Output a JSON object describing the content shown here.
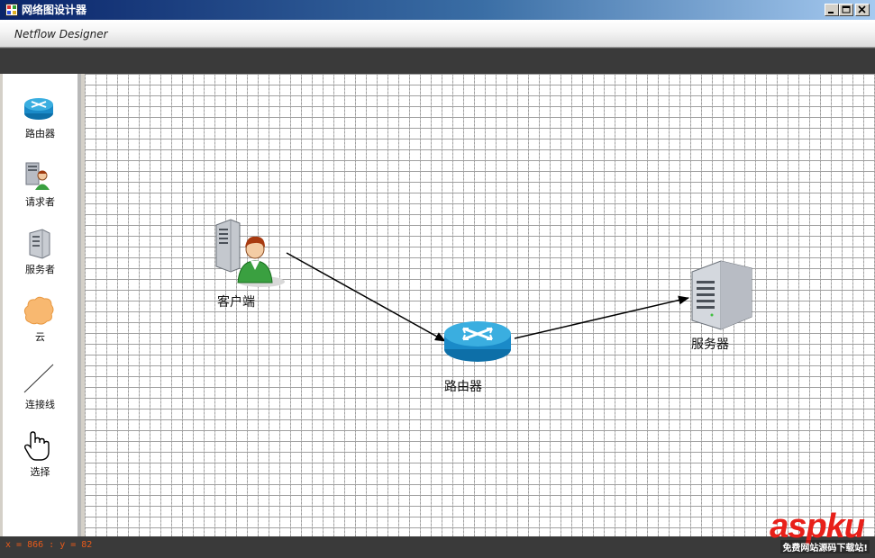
{
  "window": {
    "title": "网络图设计器",
    "app_name": "Netflow Designer"
  },
  "palette": {
    "items": [
      {
        "label": "路由器",
        "icon": "router-icon"
      },
      {
        "label": "请求者",
        "icon": "requester-icon"
      },
      {
        "label": "服务者",
        "icon": "server-icon"
      },
      {
        "label": "云",
        "icon": "cloud-icon"
      },
      {
        "label": "连接线",
        "icon": "line-icon"
      },
      {
        "label": "选择",
        "icon": "hand-pointer-icon"
      }
    ]
  },
  "canvas": {
    "nodes": {
      "client": {
        "label": "客户端",
        "icon": "client-icon"
      },
      "router": {
        "label": "路由器",
        "icon": "router-icon"
      },
      "server": {
        "label": "服务器",
        "icon": "server-icon"
      }
    }
  },
  "status": {
    "coords": "x = 866 : y = 82"
  },
  "watermark": {
    "logo": "aspku",
    "tagline": "免费网站源码下载站!"
  },
  "colors": {
    "router_blue": "#1a8ac8",
    "status_text": "#e85a1a",
    "watermark_red": "#e8201a"
  }
}
